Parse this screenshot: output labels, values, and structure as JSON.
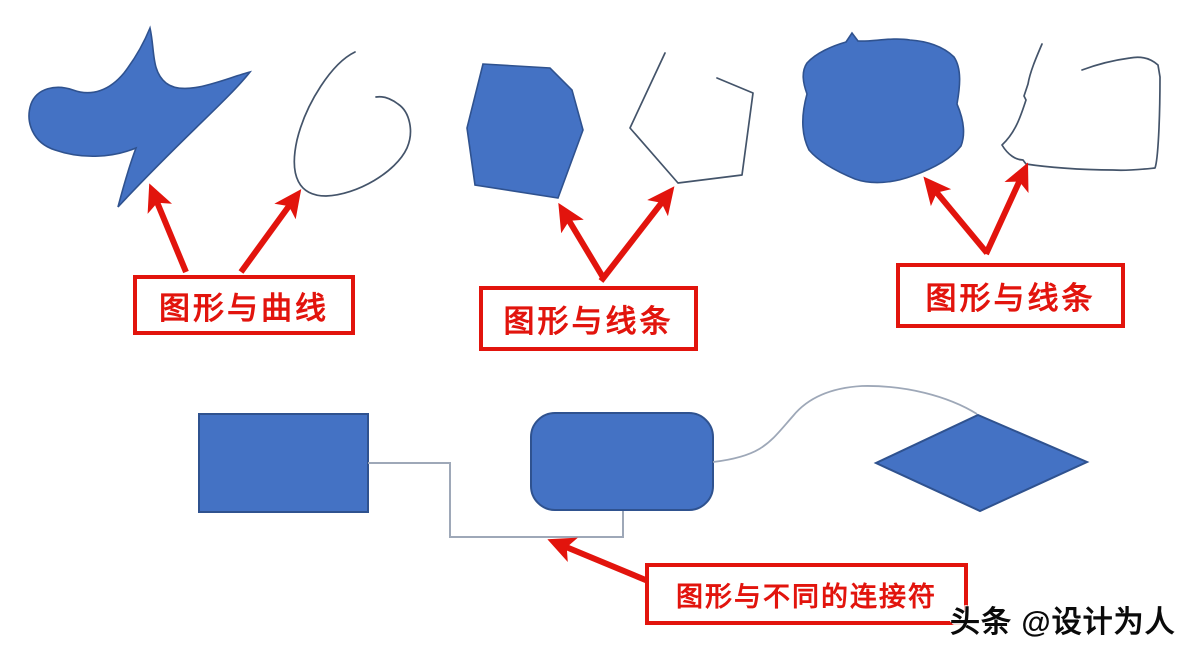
{
  "colors": {
    "fill-blue": "#4472C4",
    "stroke-dark-blue": "#2F528F",
    "outline": "#44546A",
    "connector": "#9EA8B8",
    "red": "#E2140D",
    "watermark": "#0A0A0A",
    "background": "#FFFFFF"
  },
  "annotations": {
    "label_curves": "图形与曲线",
    "label_lines_1": "图形与线条",
    "label_lines_2": "图形与线条",
    "label_connectors": "图形与不同的连接符"
  },
  "watermark": {
    "text": "头条 @设计为人"
  },
  "shapes": [
    {
      "id": "freeform-star",
      "kind": "filled-freeform-curve-shape"
    },
    {
      "id": "open-curve",
      "kind": "open-curve-outline"
    },
    {
      "id": "filled-polygon",
      "kind": "filled-straight-line-polygon"
    },
    {
      "id": "open-polyline",
      "kind": "open-straight-line-outline"
    },
    {
      "id": "filled-scribble",
      "kind": "filled-scribble-square"
    },
    {
      "id": "open-scribble",
      "kind": "open-scribble-square-outline"
    },
    {
      "id": "flowchart-rectangle",
      "kind": "filled-rectangle"
    },
    {
      "id": "flowchart-rounded-rectangle",
      "kind": "filled-rounded-rectangle"
    },
    {
      "id": "flowchart-diamond",
      "kind": "filled-diamond"
    },
    {
      "id": "elbow-connector",
      "kind": "right-angle-connector"
    },
    {
      "id": "curved-connector",
      "kind": "curved-connector"
    }
  ]
}
